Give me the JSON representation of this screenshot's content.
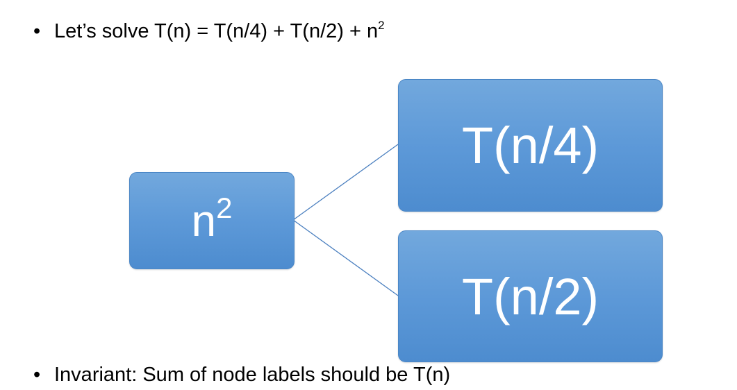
{
  "bullets": {
    "top": {
      "marker": "•",
      "text": "Let’s solve T(n) = T(n/4) + T(n/2) + n",
      "exponent": "2"
    },
    "bottom": {
      "marker": "•",
      "text": "Invariant: Sum of node labels should be T(n)"
    }
  },
  "tree": {
    "root": {
      "base": "n",
      "exponent": "2"
    },
    "children": [
      {
        "label": "T(n/4)"
      },
      {
        "label": "T(n/2)"
      }
    ]
  },
  "colors": {
    "node_fill": "#5d99d8",
    "node_border": "#4a86c6",
    "node_text": "#ffffff",
    "connector": "#4a7fbf"
  }
}
